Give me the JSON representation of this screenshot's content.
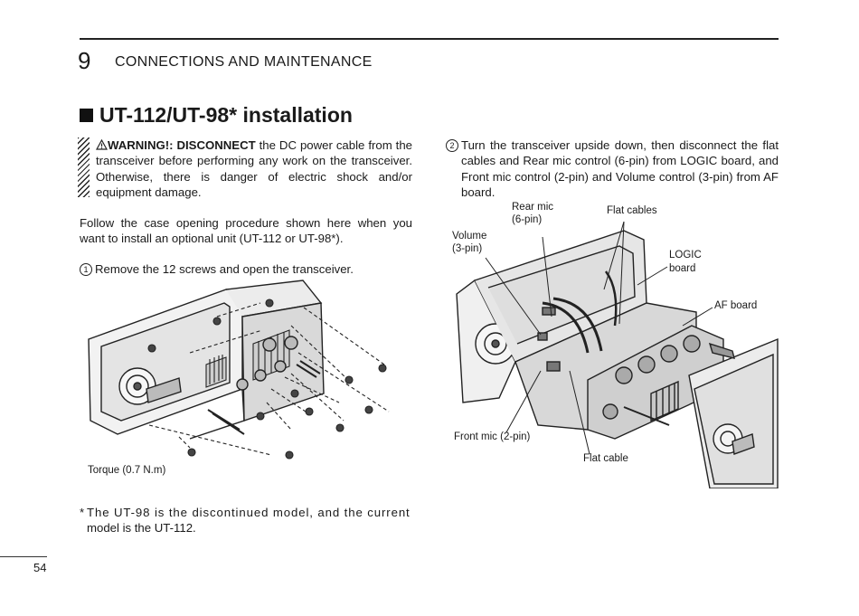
{
  "chapter": {
    "number": "9",
    "title": "CONNECTIONS AND MAINTENANCE"
  },
  "section": {
    "title": "UT-112/UT-98* installation"
  },
  "warning": {
    "icon": "warning-triangle-icon",
    "lead": "WARNING!: DISCONNECT",
    "text": " the DC power cable from the transceiver before performing any work on the transceiver. Otherwise, there is danger of electric shock and/or equipment damage."
  },
  "intro": "Follow the case opening procedure shown here when you want to install an optional unit (UT-112 or UT-98*).",
  "steps": [
    {
      "marker": "1",
      "text": "Remove the 12 screws and open the transceiver."
    },
    {
      "marker": "2",
      "text": "Turn the transceiver upside down, then disconnect the flat cables and Rear mic control (6-pin) from LOGIC board, and Front mic control (2-pin) and Volume control (3-pin) from AF board."
    }
  ],
  "figure1": {
    "caption": "Torque (0.7 N.m)"
  },
  "figure2": {
    "labels": {
      "rear_mic_1": "Rear mic",
      "rear_mic_2": "(6-pin)",
      "flat_cables": "Flat cables",
      "volume_1": "Volume",
      "volume_2": "(3-pin)",
      "logic_1": "LOGIC",
      "logic_2": "board",
      "af_board": "AF board",
      "front_mic": "Front mic (2-pin)",
      "flat_cable": "Flat cable"
    }
  },
  "footnote": {
    "marker": "*",
    "line1": "The UT-98 is the discontinued model, and the current",
    "line2": "model is the UT-112."
  },
  "page_number": "54"
}
